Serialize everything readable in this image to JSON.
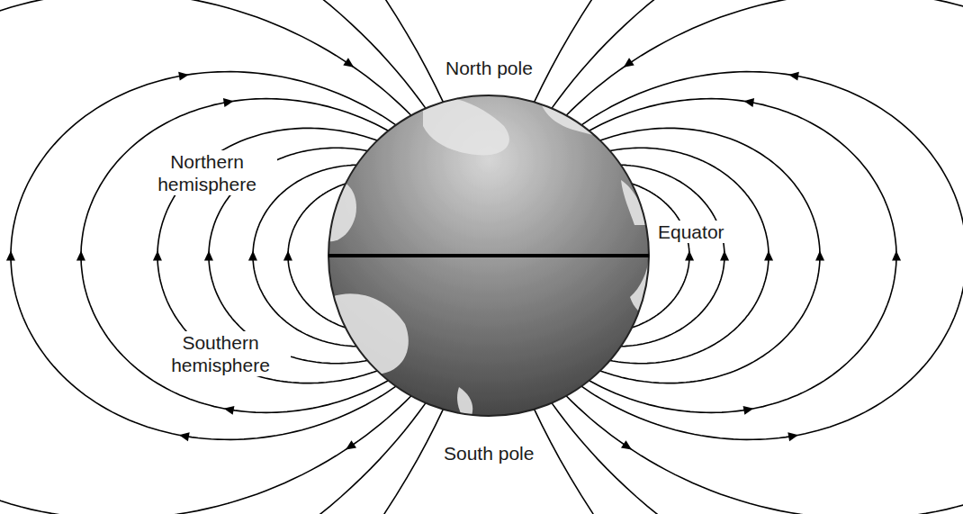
{
  "diagram": {
    "labels": [
      "North pole",
      "Northern hemisphere",
      "Southern hemisphere",
      "Equator",
      "South pole"
    ]
  }
}
